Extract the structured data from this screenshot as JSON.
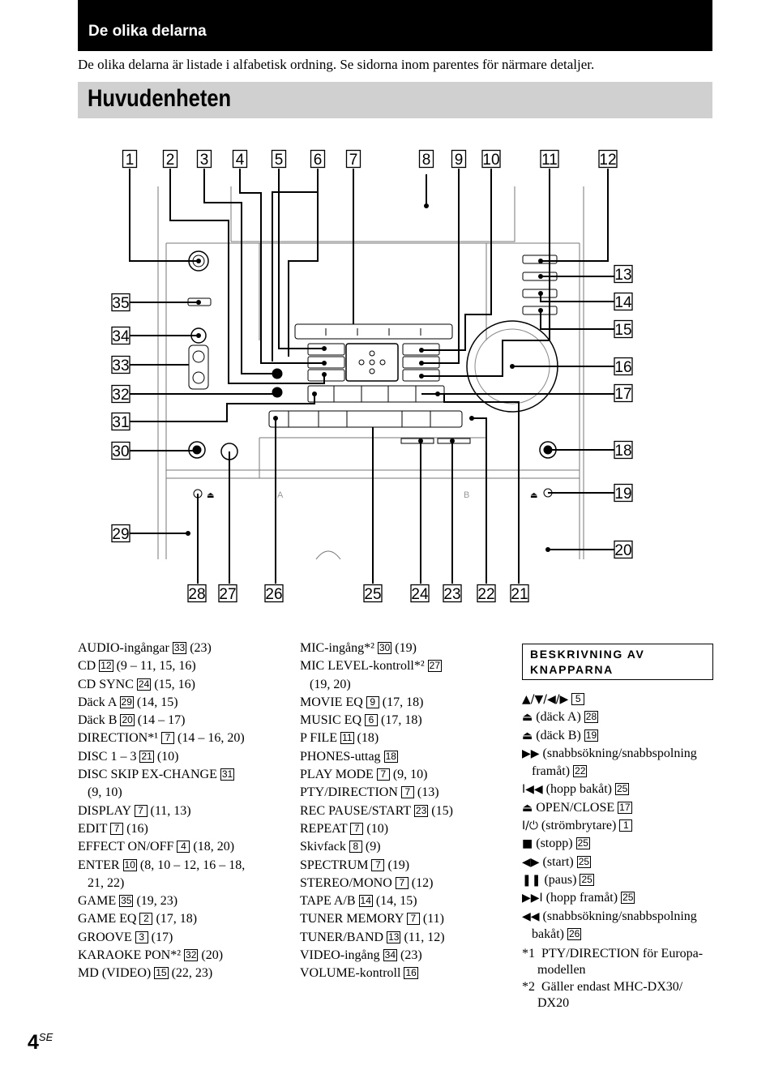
{
  "header": {
    "title": "De olika delarna"
  },
  "intro": "De olika delarna är listade i alfabetisk ordning. Se sidorna inom parentes för närmare detaljer.",
  "section_title": "Huvudenheten",
  "diagram": {
    "callouts": [
      "1",
      "2",
      "3",
      "4",
      "5",
      "6",
      "7",
      "8",
      "9",
      "10",
      "11",
      "12",
      "13",
      "14",
      "15",
      "16",
      "17",
      "18",
      "19",
      "20",
      "21",
      "22",
      "23",
      "24",
      "25",
      "26",
      "27",
      "28",
      "29",
      "30",
      "31",
      "32",
      "33",
      "34",
      "35"
    ],
    "deck_a_label": "A",
    "deck_b_label": "B"
  },
  "index_col1": [
    {
      "name": "AUDIO-ingångar",
      "num": "33",
      "pages": "(23)"
    },
    {
      "name": "CD",
      "num": "12",
      "pages": "(9 – 11, 15, 16)"
    },
    {
      "name": "CD SYNC",
      "num": "24",
      "pages": "(15, 16)"
    },
    {
      "name": "Däck A",
      "num": "29",
      "pages": "(14, 15)"
    },
    {
      "name": "Däck B",
      "num": "20",
      "pages": "(14 – 17)"
    },
    {
      "name": "DIRECTION*¹",
      "num": "7",
      "pages": "(14 – 16, 20)"
    },
    {
      "name": "DISC 1 – 3",
      "num": "21",
      "pages": "(10)"
    },
    {
      "name": "DISC SKIP EX-CHANGE",
      "num": "31",
      "pages": "",
      "cont": "(9, 10)"
    },
    {
      "name": "DISPLAY",
      "num": "7",
      "pages": "(11, 13)"
    },
    {
      "name": "EDIT",
      "num": "7",
      "pages": "(16)"
    },
    {
      "name": "EFFECT ON/OFF",
      "num": "4",
      "pages": "(18, 20)"
    },
    {
      "name": "ENTER",
      "num": "10",
      "pages": "(8, 10 – 12, 16 – 18,",
      "cont": "21, 22)"
    },
    {
      "name": "GAME",
      "num": "35",
      "pages": "(19, 23)"
    },
    {
      "name": "GAME EQ",
      "num": "2",
      "pages": "(17, 18)"
    },
    {
      "name": "GROOVE",
      "num": "3",
      "pages": "(17)"
    },
    {
      "name": "KARAOKE PON*²",
      "num": "32",
      "pages": "(20)"
    },
    {
      "name": "MD (VIDEO)",
      "num": "15",
      "pages": "(22, 23)"
    }
  ],
  "index_col2": [
    {
      "name": "MIC-ingång*²",
      "num": "30",
      "pages": "(19)"
    },
    {
      "name": "MIC LEVEL-kontroll*²",
      "num": "27",
      "pages": "",
      "cont": "(19, 20)"
    },
    {
      "name": "MOVIE EQ",
      "num": "9",
      "pages": "(17, 18)"
    },
    {
      "name": "MUSIC EQ",
      "num": "6",
      "pages": "(17, 18)"
    },
    {
      "name": "P FILE",
      "num": "11",
      "pages": "(18)"
    },
    {
      "name": "PHONES-uttag",
      "num": "18",
      "pages": ""
    },
    {
      "name": "PLAY MODE",
      "num": "7",
      "pages": "(9, 10)"
    },
    {
      "name": "PTY/DIRECTION",
      "num": "7",
      "pages": "(13)"
    },
    {
      "name": "REC PAUSE/START",
      "num": "23",
      "pages": "(15)"
    },
    {
      "name": "REPEAT",
      "num": "7",
      "pages": "(10)"
    },
    {
      "name": "Skivfack",
      "num": "8",
      "pages": "(9)"
    },
    {
      "name": "SPECTRUM",
      "num": "7",
      "pages": "(19)"
    },
    {
      "name": "STEREO/MONO",
      "num": "7",
      "pages": "(12)"
    },
    {
      "name": "TAPE A/B",
      "num": "14",
      "pages": "(14, 15)"
    },
    {
      "name": "TUNER MEMORY",
      "num": "7",
      "pages": "(11)"
    },
    {
      "name": "TUNER/BAND",
      "num": "13",
      "pages": "(11, 12)"
    },
    {
      "name": "VIDEO-ingång",
      "num": "34",
      "pages": "(23)"
    },
    {
      "name": "VOLUME-kontroll",
      "num": "16",
      "pages": ""
    }
  ],
  "buttons_box_title": "BESKRIVNING AV KNAPPARNA",
  "button_list": [
    {
      "sym": "▲/▼/◀/▶",
      "text": "",
      "num": "5",
      "cont": ""
    },
    {
      "sym": "⏏",
      "text": "(däck A)",
      "num": "28",
      "cont": ""
    },
    {
      "sym": "⏏",
      "text": "(däck B)",
      "num": "19",
      "cont": ""
    },
    {
      "sym": "▶▶",
      "text": "(snabbsökning/snabbspolning",
      "num": "",
      "cont": "framåt)",
      "cont_num": "22"
    },
    {
      "sym": "I◀◀",
      "text": "(hopp bakåt)",
      "num": "25",
      "cont": ""
    },
    {
      "sym": "⏏",
      "text": "OPEN/CLOSE",
      "num": "17",
      "cont": ""
    },
    {
      "sym": "I/⏻",
      "text": "(strömbrytare)",
      "num": "1",
      "cont": ""
    },
    {
      "sym": "■",
      "text": "(stopp)",
      "num": "25",
      "cont": ""
    },
    {
      "sym": "◀▶",
      "text": "(start)",
      "num": "25",
      "cont": ""
    },
    {
      "sym": "❚❚",
      "text": "(paus)",
      "num": "25",
      "cont": ""
    },
    {
      "sym": "▶▶I",
      "text": "(hopp framåt)",
      "num": "25",
      "cont": ""
    },
    {
      "sym": "◀◀",
      "text": "(snabbsökning/snabbspolning",
      "num": "",
      "cont": "bakåt)",
      "cont_num": "26"
    }
  ],
  "footnotes": [
    {
      "mark": "*1",
      "line1": "PTY/DIRECTION för Europa-",
      "line2": "modellen"
    },
    {
      "mark": "*2",
      "line1": "Gäller endast MHC-DX30/",
      "line2": "DX20"
    }
  ],
  "page_number": {
    "num": "4",
    "suffix": "SE"
  }
}
